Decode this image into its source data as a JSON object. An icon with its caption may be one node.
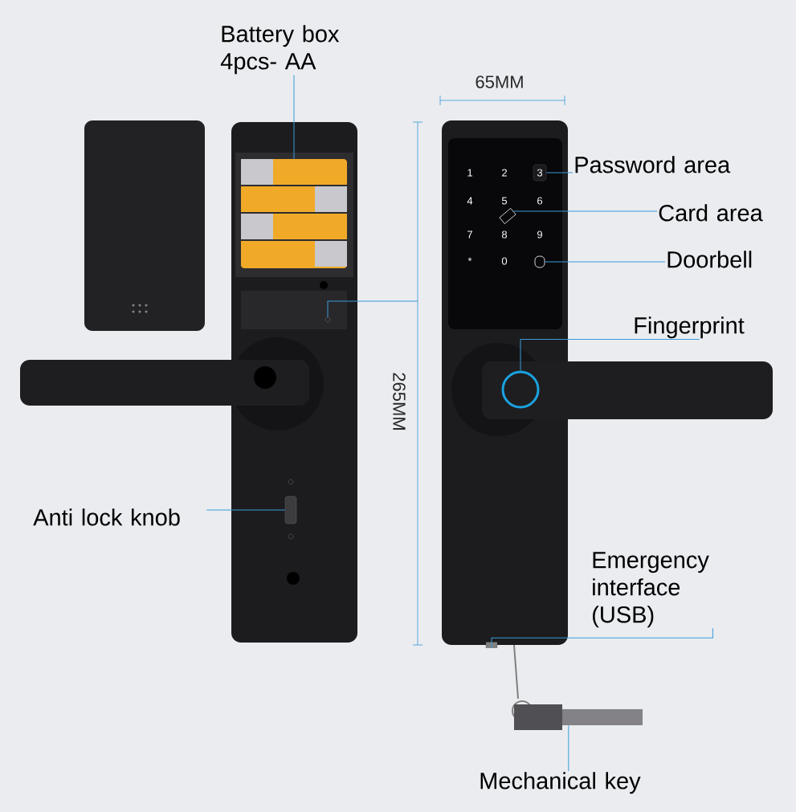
{
  "diagram": {
    "nodes": [
      {
        "text": [
          "Battery box 4pcs- AA"
        ]
      },
      {
        "text": [],
        "shape": "picture"
      },
      {
        "text": [
          "Password area"
        ]
      },
      {
        "text": [],
        "shape": "box"
      },
      {
        "text": [
          "Card area"
        ]
      },
      {
        "text": [],
        "shape": "picture"
      },
      {
        "text": [
          "Doorbell"
        ]
      },
      {
        "text": [],
        "shape": "picture"
      },
      {
        "text": [
          "Fingerprint"
        ]
      },
      {
        "text": [],
        "shape": "circle"
      },
      {
        "text": [
          "Anti lock knob"
        ]
      },
      {
        "text": [],
        "shape": "box"
      },
      {
        "text": [
          "Emergency interface (USB)"
        ]
      },
      {
        "text": [],
        "shape": "box"
      },
      {
        "text": [
          "Mechanical key"
        ]
      },
      {
        "text": [],
        "shape": "bar"
      }
    ],
    "edges": [
      {
        "from": 0,
        "to": 1,
        "arrow": "none"
      },
      {
        "from": 2,
        "to": 3,
        "arrow": "none"
      },
      {
        "from": 4,
        "to": 5,
        "arrow": "none"
      },
      {
        "from": 6,
        "to": 7,
        "arrow": "none"
      },
      {
        "from": 8,
        "to": 9,
        "arrow": "none"
      },
      {
        "from": 10,
        "to": 11,
        "arrow": "none"
      },
      {
        "from": 12,
        "to": 13,
        "arrow": "none"
      },
      {
        "from": 14,
        "to": 15,
        "arrow": "none"
      }
    ],
    "labels": [
      "65MM",
      "265MM",
      "1",
      "2",
      "3",
      "4",
      "5",
      "6",
      "7",
      "8",
      "9",
      "*",
      "0"
    ]
  }
}
